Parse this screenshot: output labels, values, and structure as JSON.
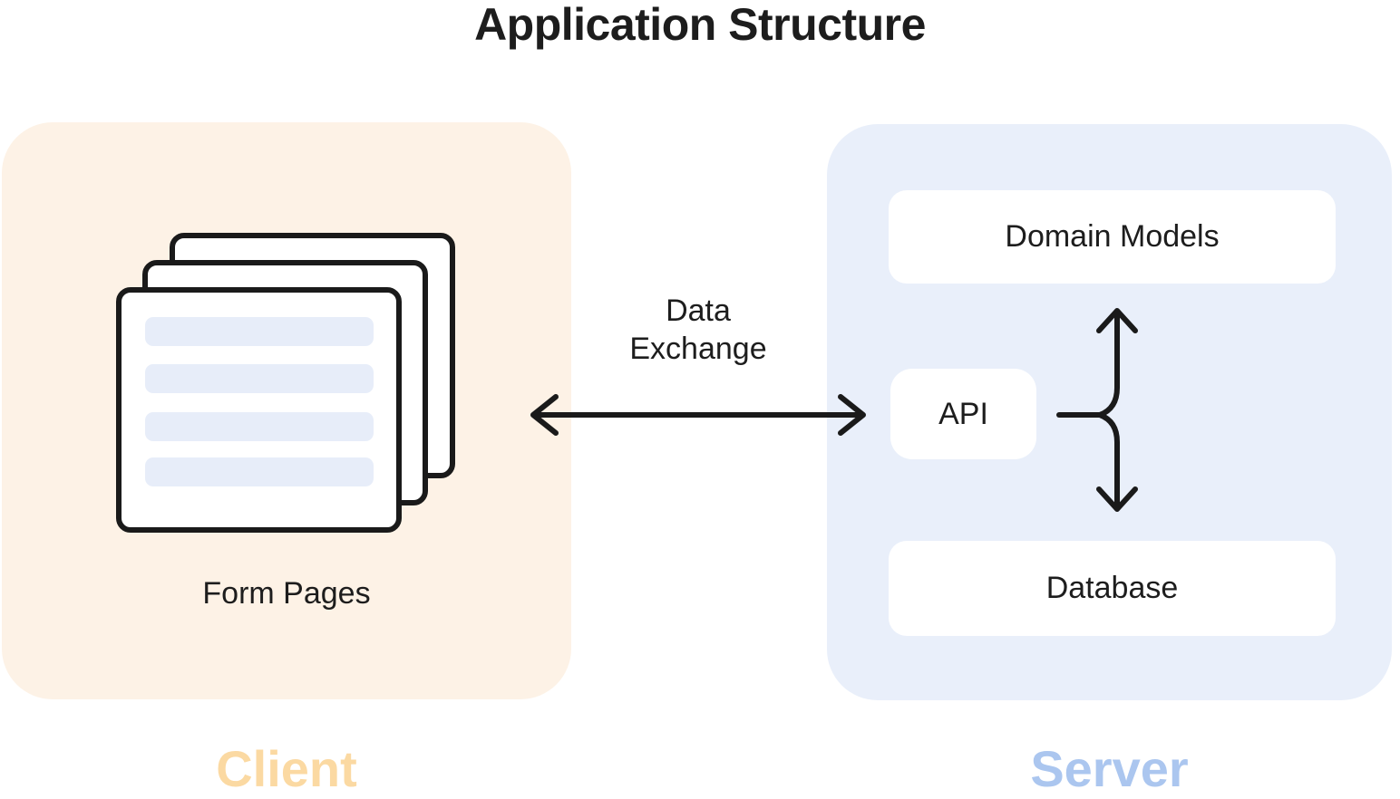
{
  "title": "Application Structure",
  "client": {
    "label": "Client",
    "form_pages_label": "Form Pages"
  },
  "server": {
    "label": "Server",
    "domain_models_label": "Domain Models",
    "api_label": "API",
    "database_label": "Database"
  },
  "connection": {
    "data_exchange_line1": "Data",
    "data_exchange_line2": "Exchange"
  },
  "icons": {
    "form_pages_icon": "stacked-form-cards",
    "data_exchange_arrow": "double-headed-horizontal-arrow",
    "api_data_arrow": "double-headed-vertical-arrow-with-branch"
  },
  "colors": {
    "client_bg": "#FDF2E6",
    "client_label": "#FBD9A2",
    "server_bg": "#E9EFFA",
    "server_label": "#ABC6EF",
    "inner_box_bg": "#FFFFFF",
    "form_field_bar": "#E7EDF9",
    "card_border": "#1A1A1A",
    "arrow": "#1A1A1A",
    "text": "#1D1D1D"
  }
}
